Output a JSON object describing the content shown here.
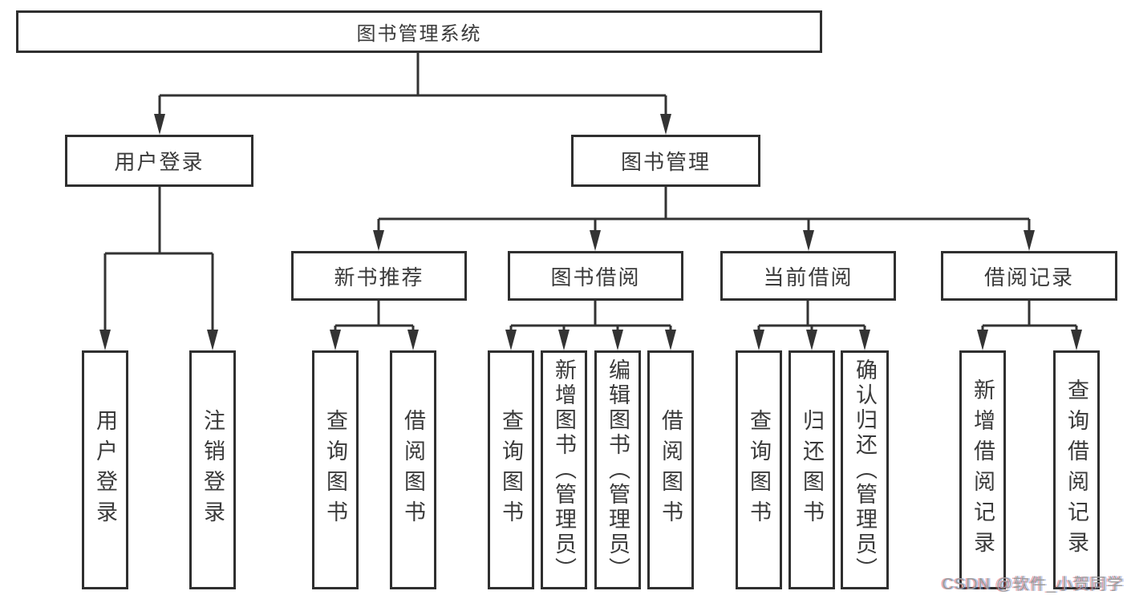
{
  "diagram": {
    "title": "图书管理系统",
    "root": "图书管理系统",
    "level2": [
      "用户登录",
      "图书管理"
    ],
    "level3": [
      "新书推荐",
      "图书借阅",
      "当前借阅",
      "借阅记录"
    ],
    "leaves": {
      "user_login": [
        "用户登录",
        "注销登录"
      ],
      "new_book": [
        "查询图书",
        "借阅图书"
      ],
      "book_borrow": [
        "查询图书",
        "新增图书（管理员）",
        "编辑图书（管理员）",
        "借阅图书"
      ],
      "current_borrow": [
        "查询图书",
        "归还图书",
        "确认归还（管理员）"
      ],
      "borrow_record": [
        "新增借阅记录",
        "查询借阅记录"
      ]
    }
  },
  "colors": {
    "line": "#333333",
    "border": "#2f2f2f",
    "text": "#3a3a3a",
    "background": "#ffffff",
    "watermark": "#9b9b9b"
  },
  "watermark": {
    "text": "CSDN @软件_小贺同学"
  }
}
